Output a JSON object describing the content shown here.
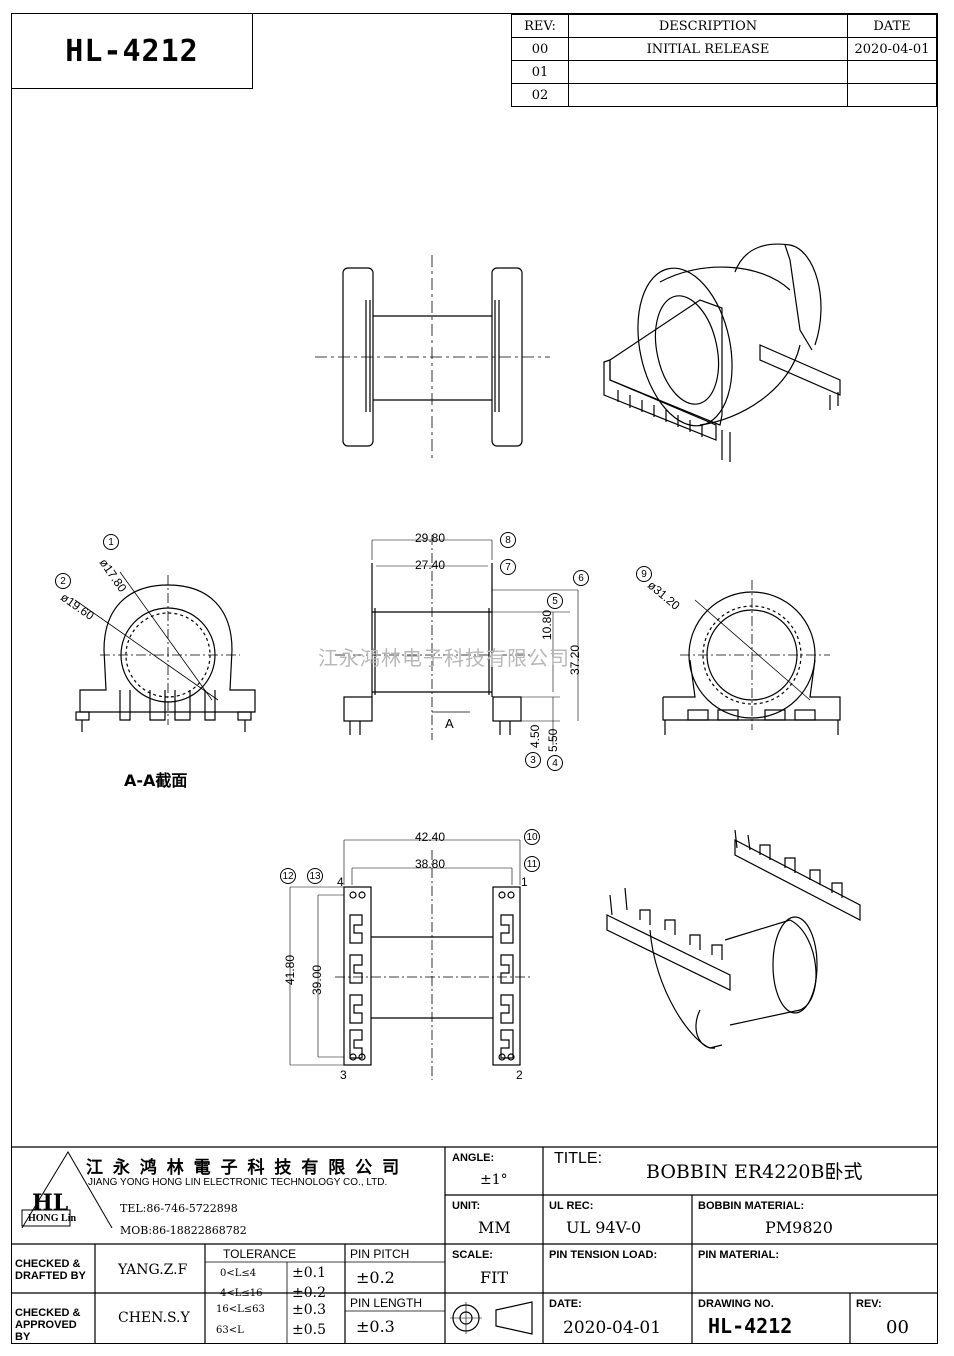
{
  "header": {
    "part_number": "HL-4212"
  },
  "revision_table": {
    "columns": [
      "REV:",
      "DESCRIPTION",
      "DATE"
    ],
    "rows": [
      {
        "rev": "00",
        "description": "INITIAL RELEASE",
        "date": "2020-04-01"
      },
      {
        "rev": "01",
        "description": "",
        "date": ""
      },
      {
        "rev": "02",
        "description": "",
        "date": ""
      }
    ]
  },
  "drawing": {
    "dims": {
      "d1": "29.80",
      "d2": "27.40",
      "d3": "10.80",
      "d4": "37.20",
      "d5": "4.50",
      "d6": "5.50",
      "d7": "42.40",
      "d8": "38.80",
      "d9": "41.80",
      "d10": "39.00",
      "phi1": "ø17.80",
      "phi2": "ø19.60",
      "phi3": "ø31.20"
    },
    "balloons": [
      "1",
      "2",
      "3",
      "4",
      "5",
      "6",
      "7",
      "8",
      "9",
      "10",
      "11",
      "12",
      "13"
    ],
    "section_marker": "A",
    "section_label": "A-A截面",
    "pin_labels": {
      "p4": "4",
      "p1": "1",
      "p3": "3",
      "p2": "2"
    },
    "watermark": "江永鸿林电子科技有限公司"
  },
  "title_block": {
    "company_cn": "江 永 鸿 林 電 子 科 技 有 限 公 司",
    "company_en": "JIANG YONG HONG LIN ELECTRONIC TECHNOLOGY CO., LTD.",
    "logo_text": "HL",
    "logo_sub": "HONG Lin",
    "tel": "TEL:86-746-5722898",
    "mob": "MOB:86-18822868782",
    "angle_label": "ANGLE:",
    "angle_value": "±1°",
    "title_label": "TITLE:",
    "title_value": "BOBBIN ER4220B卧式",
    "unit_label": "UNIT:",
    "unit_value": "MM",
    "ul_label": "UL REC:",
    "ul_value": "UL 94V-0",
    "material_label": "BOBBIN MATERIAL:",
    "material_value": "PM9820",
    "checked_drafted_label": "CHECKED & DRAFTED BY",
    "checked_drafted_value": "YANG.Z.F",
    "checked_approved_label": "CHECKED & APPROVED BY",
    "checked_approved_value": "CHEN.S.Y",
    "tolerance_label": "TOLERANCE",
    "tolerances": [
      {
        "range": "0<L≤4",
        "value": "±0.1"
      },
      {
        "range": "4<L≤16",
        "value": "±0.2"
      },
      {
        "range": "16<L≤63",
        "value": "±0.3"
      },
      {
        "range": "63<L",
        "value": "±0.5"
      }
    ],
    "pin_pitch_label": "PIN PITCH",
    "pin_pitch_value": "±0.2",
    "pin_length_label": "PIN LENGTH",
    "pin_length_value": "±0.3",
    "scale_label": "SCALE:",
    "scale_value": "FIT",
    "pin_tension_label": "PIN TENSION LOAD:",
    "pin_material_label": "PIN MATERIAL:",
    "date_label": "DATE:",
    "date_value": "2020-04-01",
    "drawing_no_label": "DRAWING NO.",
    "drawing_no_value": "HL-4212",
    "rev_label": "REV:",
    "rev_value": "00"
  }
}
